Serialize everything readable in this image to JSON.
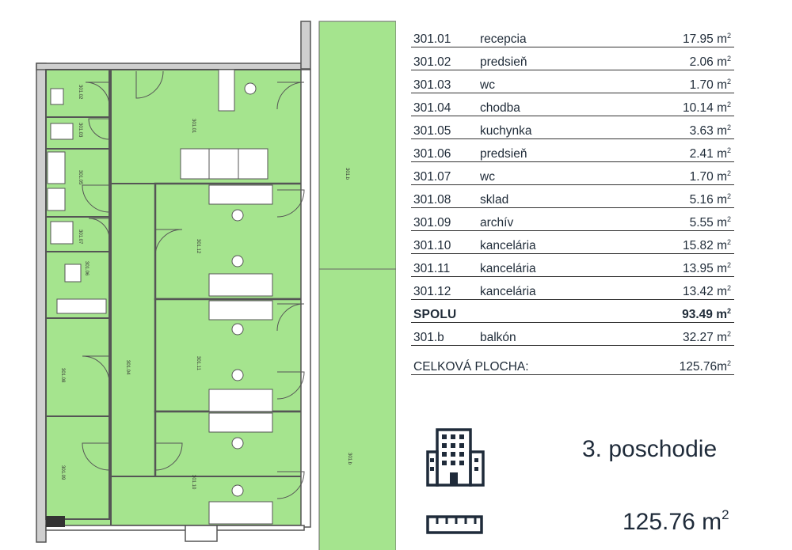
{
  "plan_labels": {
    "r0101": "301.01",
    "r0102": "301.02",
    "r0103": "301.03",
    "r0104": "301.04",
    "r0105": "301.05",
    "r0106": "301.06",
    "r0107": "301.07",
    "r0108": "301.08",
    "r0109": "301.09",
    "r0110": "301.10",
    "r0111": "301.11",
    "r0112": "301.12",
    "balcony_top": "301.b",
    "balcony_bottom": "301.b"
  },
  "rooms": [
    {
      "code": "301.01",
      "name": "recepcia",
      "area": "17.95 m",
      "unit_exp": "2"
    },
    {
      "code": "301.02",
      "name": "predsieň",
      "area": "2.06 m",
      "unit_exp": "2"
    },
    {
      "code": "301.03",
      "name": "wc",
      "area": "1.70 m",
      "unit_exp": "2"
    },
    {
      "code": "301.04",
      "name": "chodba",
      "area": "10.14 m",
      "unit_exp": "2"
    },
    {
      "code": "301.05",
      "name": "kuchynka",
      "area": "3.63 m",
      "unit_exp": "2"
    },
    {
      "code": "301.06",
      "name": "predsieň",
      "area": "2.41 m",
      "unit_exp": "2"
    },
    {
      "code": "301.07",
      "name": "wc",
      "area": "1.70 m",
      "unit_exp": "2"
    },
    {
      "code": "301.08",
      "name": "sklad",
      "area": "5.16 m",
      "unit_exp": "2"
    },
    {
      "code": "301.09",
      "name": "archív",
      "area": "5.55 m",
      "unit_exp": "2"
    },
    {
      "code": "301.10",
      "name": "kancelária",
      "area": "15.82 m",
      "unit_exp": "2"
    },
    {
      "code": "301.11",
      "name": "kancelária",
      "area": "13.95 m",
      "unit_exp": "2"
    },
    {
      "code": "301.12",
      "name": "kancelária",
      "area": "13.42 m",
      "unit_exp": "2"
    }
  ],
  "total": {
    "label": "SPOLU",
    "area": "93.49 m",
    "unit_exp": "2"
  },
  "balcony": {
    "code": "301.b",
    "name": "balkón",
    "area": "32.27 m",
    "unit_exp": "2"
  },
  "grand_total": {
    "label": "CELKOVÁ PLOCHA:",
    "area": "125.76m",
    "unit_exp": "2"
  },
  "summary": {
    "floor_icon": "office-building-icon",
    "floor": "3. poschodie",
    "area_icon": "ruler-icon",
    "area_value": "125.76 m",
    "area_exp": "2"
  },
  "colors": {
    "room_fill": "#a5e48e",
    "wall": "#555555",
    "text": "#1f2b3a"
  }
}
